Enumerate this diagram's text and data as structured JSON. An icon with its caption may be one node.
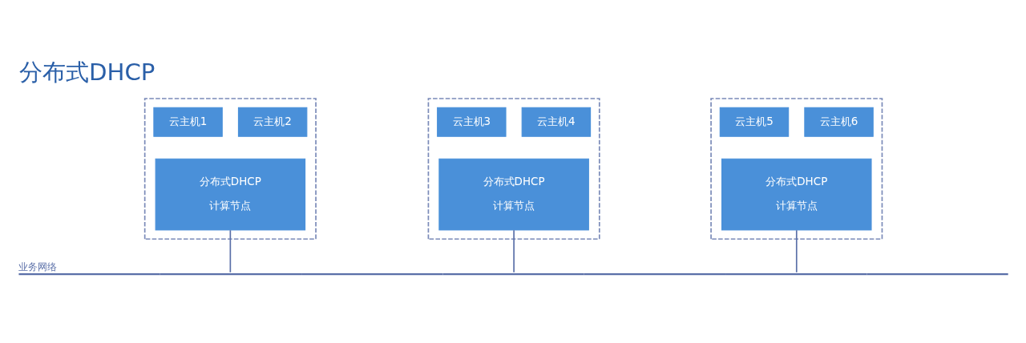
{
  "diagram": {
    "title": "分布式DHCP",
    "nodes": [
      {
        "text": [],
        "shape": "box"
      },
      {
        "text": [
          "云主机1"
        ],
        "in": 0
      },
      {
        "text": [
          "云主机2"
        ],
        "in": 0
      },
      {
        "text": [
          "分布式DHCP",
          "计算节点"
        ],
        "in": 0
      },
      {
        "text": [],
        "shape": "box"
      },
      {
        "text": [
          "云主机3"
        ],
        "in": 4
      },
      {
        "text": [
          "云主机4"
        ],
        "in": 4
      },
      {
        "text": [
          "分布式DHCP",
          "计算节点"
        ],
        "in": 4
      },
      {
        "text": [],
        "shape": "box"
      },
      {
        "text": [
          "云主机5"
        ],
        "in": 8
      },
      {
        "text": [
          "云主机6"
        ],
        "in": 8
      },
      {
        "text": [
          "分布式DHCP",
          "计算节点"
        ],
        "in": 8
      },
      {
        "text": [],
        "shape": "bar",
        "beside": [
          "业务网络"
        ]
      }
    ],
    "edges": [
      {
        "from": 3,
        "to": 12,
        "arrow": "none"
      },
      {
        "from": 7,
        "to": 12,
        "arrow": "none"
      },
      {
        "from": 11,
        "to": 12,
        "arrow": "none"
      }
    ]
  }
}
